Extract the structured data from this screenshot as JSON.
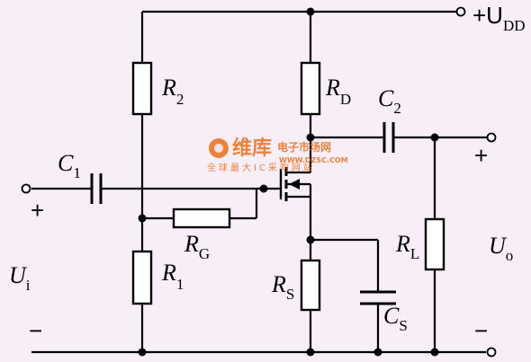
{
  "labels": {
    "supply": {
      "main": "+U",
      "sub": "DD"
    },
    "r2": {
      "main": "R",
      "sub": "2"
    },
    "rd": {
      "main": "R",
      "sub": "D"
    },
    "c2": {
      "main": "C",
      "sub": "2"
    },
    "c1": {
      "main": "C",
      "sub": "1"
    },
    "rg": {
      "main": "R",
      "sub": "G"
    },
    "r1": {
      "main": "R",
      "sub": "1"
    },
    "rs": {
      "main": "R",
      "sub": "S"
    },
    "cs": {
      "main": "C",
      "sub": "S"
    },
    "rl": {
      "main": "R",
      "sub": "L"
    },
    "ui": {
      "main": "U",
      "sub": "i"
    },
    "uo": {
      "main": "U",
      "sub": "o"
    }
  },
  "signs": {
    "in_plus": "+",
    "in_minus": "−",
    "out_plus": "+",
    "out_minus": "−"
  },
  "watermark": {
    "brand_cn": "维库",
    "brand_en": "电子市场网",
    "url": "WWW.DZSC.COM",
    "tagline": "全球最大IC采购网站"
  }
}
